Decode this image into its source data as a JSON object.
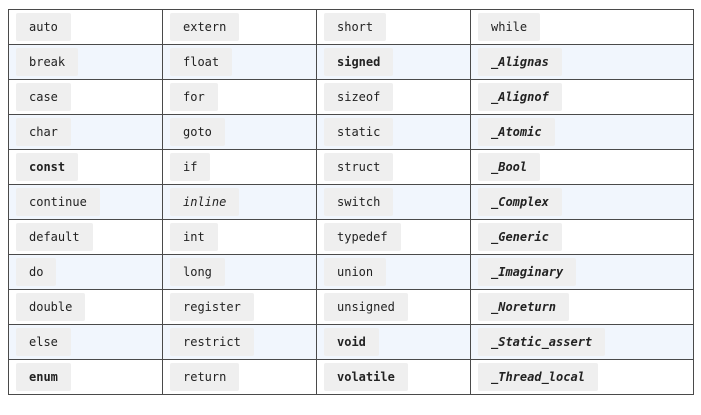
{
  "rows": [
    [
      {
        "text": "auto",
        "style": "normal"
      },
      {
        "text": "extern",
        "style": "normal"
      },
      {
        "text": "short",
        "style": "normal"
      },
      {
        "text": "while",
        "style": "normal"
      }
    ],
    [
      {
        "text": "break",
        "style": "normal"
      },
      {
        "text": "float",
        "style": "normal"
      },
      {
        "text": "signed",
        "style": "bold"
      },
      {
        "text": "_Alignas",
        "style": "bold-italic"
      }
    ],
    [
      {
        "text": "case",
        "style": "normal"
      },
      {
        "text": "for",
        "style": "normal"
      },
      {
        "text": "sizeof",
        "style": "normal"
      },
      {
        "text": "_Alignof",
        "style": "bold-italic"
      }
    ],
    [
      {
        "text": "char",
        "style": "normal"
      },
      {
        "text": "goto",
        "style": "normal"
      },
      {
        "text": "static",
        "style": "normal"
      },
      {
        "text": "_Atomic",
        "style": "bold-italic"
      }
    ],
    [
      {
        "text": "const",
        "style": "bold"
      },
      {
        "text": "if",
        "style": "normal"
      },
      {
        "text": "struct",
        "style": "normal"
      },
      {
        "text": "_Bool",
        "style": "bold-italic"
      }
    ],
    [
      {
        "text": "continue",
        "style": "normal"
      },
      {
        "text": "inline",
        "style": "italic"
      },
      {
        "text": "switch",
        "style": "normal"
      },
      {
        "text": "_Complex",
        "style": "bold-italic"
      }
    ],
    [
      {
        "text": "default",
        "style": "normal"
      },
      {
        "text": "int",
        "style": "normal"
      },
      {
        "text": "typedef",
        "style": "normal"
      },
      {
        "text": "_Generic",
        "style": "bold-italic"
      }
    ],
    [
      {
        "text": "do",
        "style": "normal"
      },
      {
        "text": "long",
        "style": "normal"
      },
      {
        "text": "union",
        "style": "normal"
      },
      {
        "text": "_Imaginary",
        "style": "bold-italic"
      }
    ],
    [
      {
        "text": "double",
        "style": "normal"
      },
      {
        "text": "register",
        "style": "normal"
      },
      {
        "text": "unsigned",
        "style": "normal"
      },
      {
        "text": "_Noreturn",
        "style": "bold-italic"
      }
    ],
    [
      {
        "text": "else",
        "style": "normal"
      },
      {
        "text": "restrict",
        "style": "normal"
      },
      {
        "text": "void",
        "style": "bold"
      },
      {
        "text": "_Static_assert",
        "style": "bold-italic"
      }
    ],
    [
      {
        "text": "enum",
        "style": "bold"
      },
      {
        "text": "return",
        "style": "normal"
      },
      {
        "text": "volatile",
        "style": "bold"
      },
      {
        "text": "_Thread_local",
        "style": "bold-italic"
      }
    ]
  ]
}
